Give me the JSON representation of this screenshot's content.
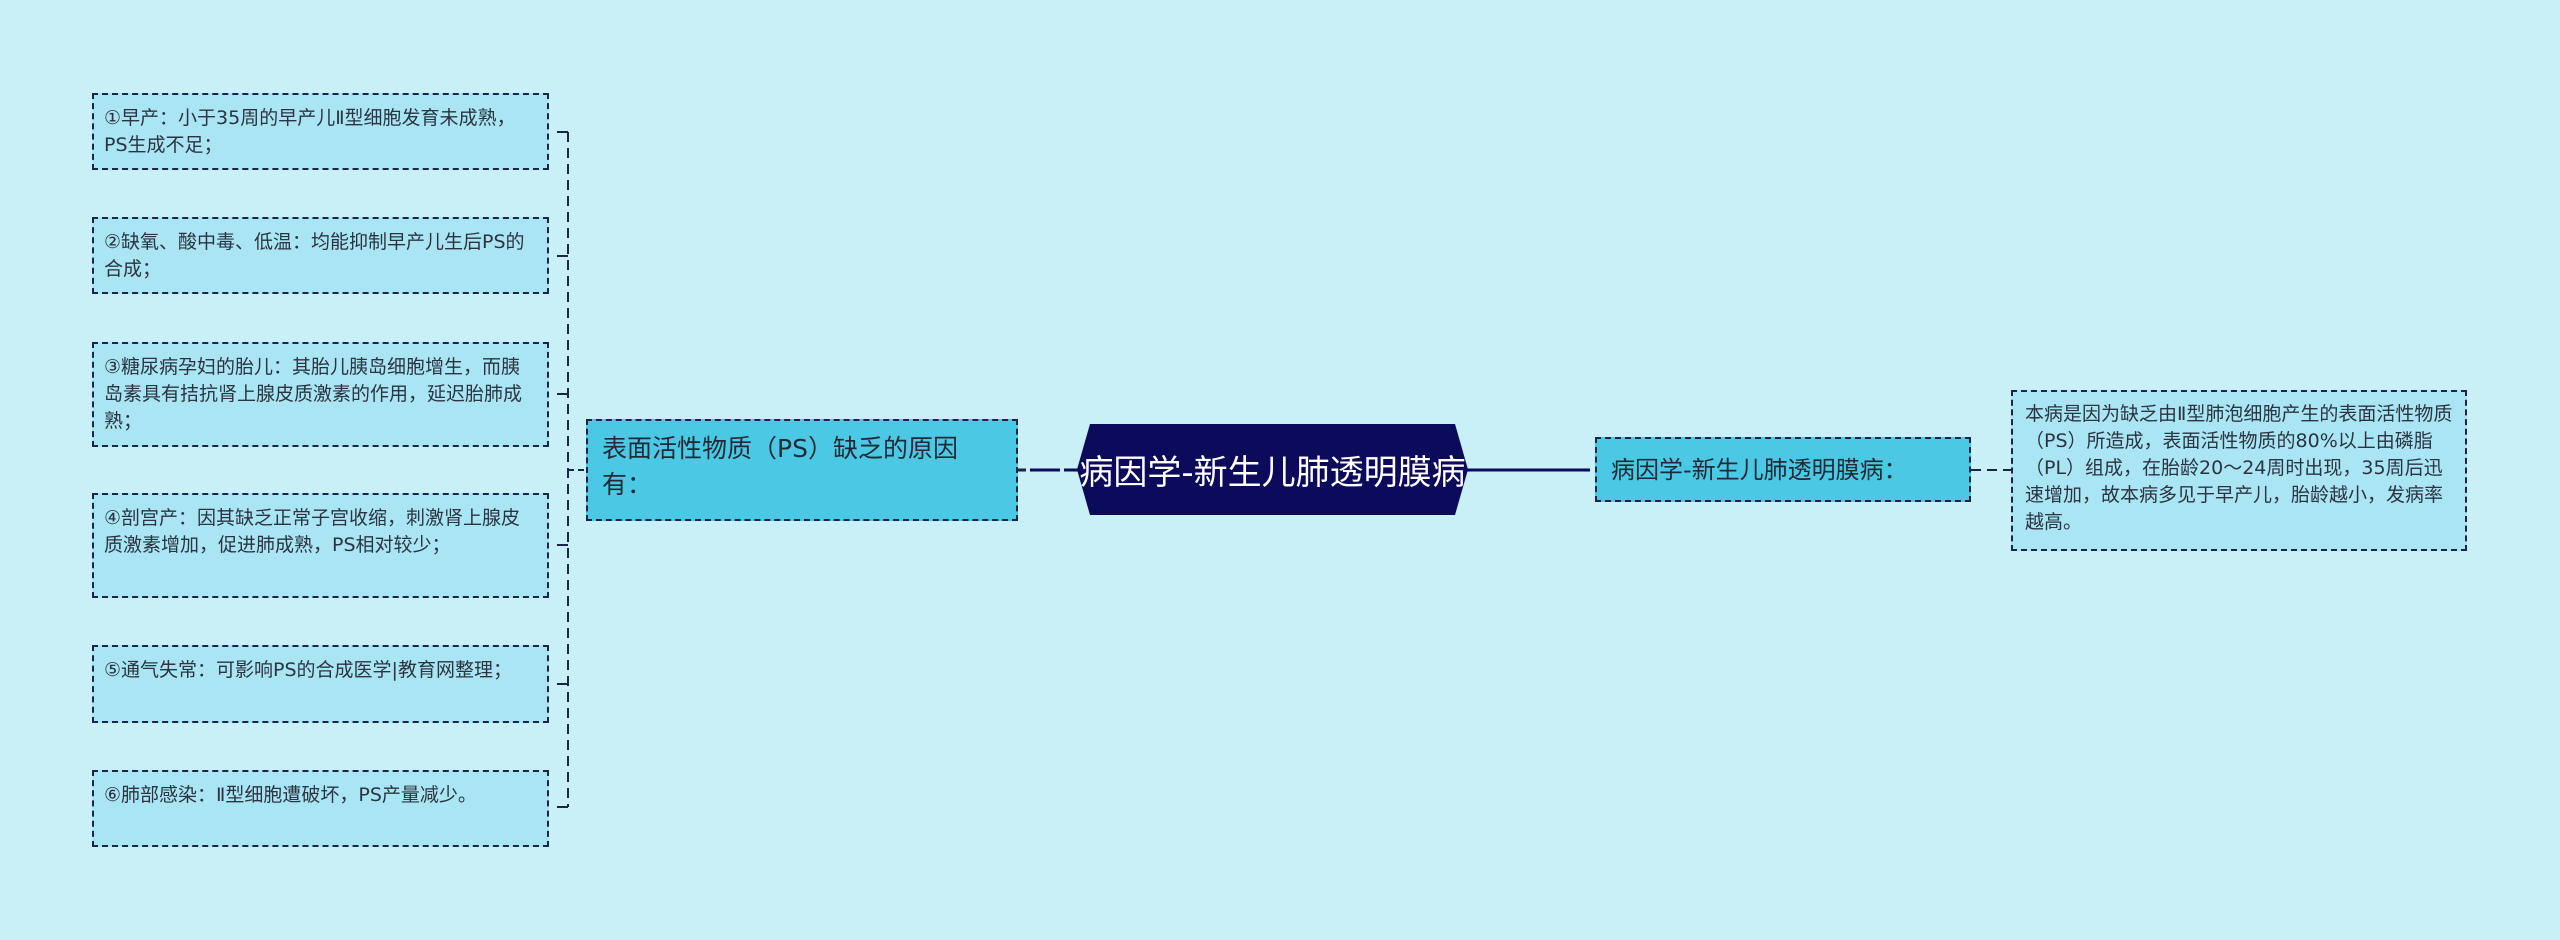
{
  "central": {
    "label": "病因学-新生儿肺透明膜病"
  },
  "left_branch": {
    "label": "表面活性物质（PS）缺乏的原因有：",
    "children": [
      "①早产：小于35周的早产儿Ⅱ型细胞发育未成熟，PS生成不足；",
      "②缺氧、酸中毒、低温：均能抑制早产儿生后PS的合成；",
      "③糖尿病孕妇的胎儿：其胎儿胰岛细胞增生，而胰岛素具有拮抗肾上腺皮质激素的作用，延迟胎肺成熟；",
      "④剖宫产：因其缺乏正常子宫收缩，刺激肾上腺皮质激素增加，促进肺成熟，PS相对较少；",
      "⑤通气失常：可影响PS的合成医学|教育网整理；",
      "⑥肺部感染：Ⅱ型细胞遭破坏，PS产量减少。"
    ]
  },
  "right_branch": {
    "label": "病因学-新生儿肺透明膜病：",
    "detail": "本病是因为缺乏由Ⅱ型肺泡细胞产生的表面活性物质（PS）所造成，表面活性物质的80%以上由磷脂（PL）组成，在胎龄20～24周时出现，35周后迅速增加，故本病多见于早产儿，胎龄越小，发病率越高。"
  },
  "colors": {
    "background": "#c9eff7",
    "central_fill": "#0c0a5a",
    "branch_fill": "#4bc8e3",
    "leaf_fill": "#aae5f3",
    "line": "#1b2547"
  }
}
